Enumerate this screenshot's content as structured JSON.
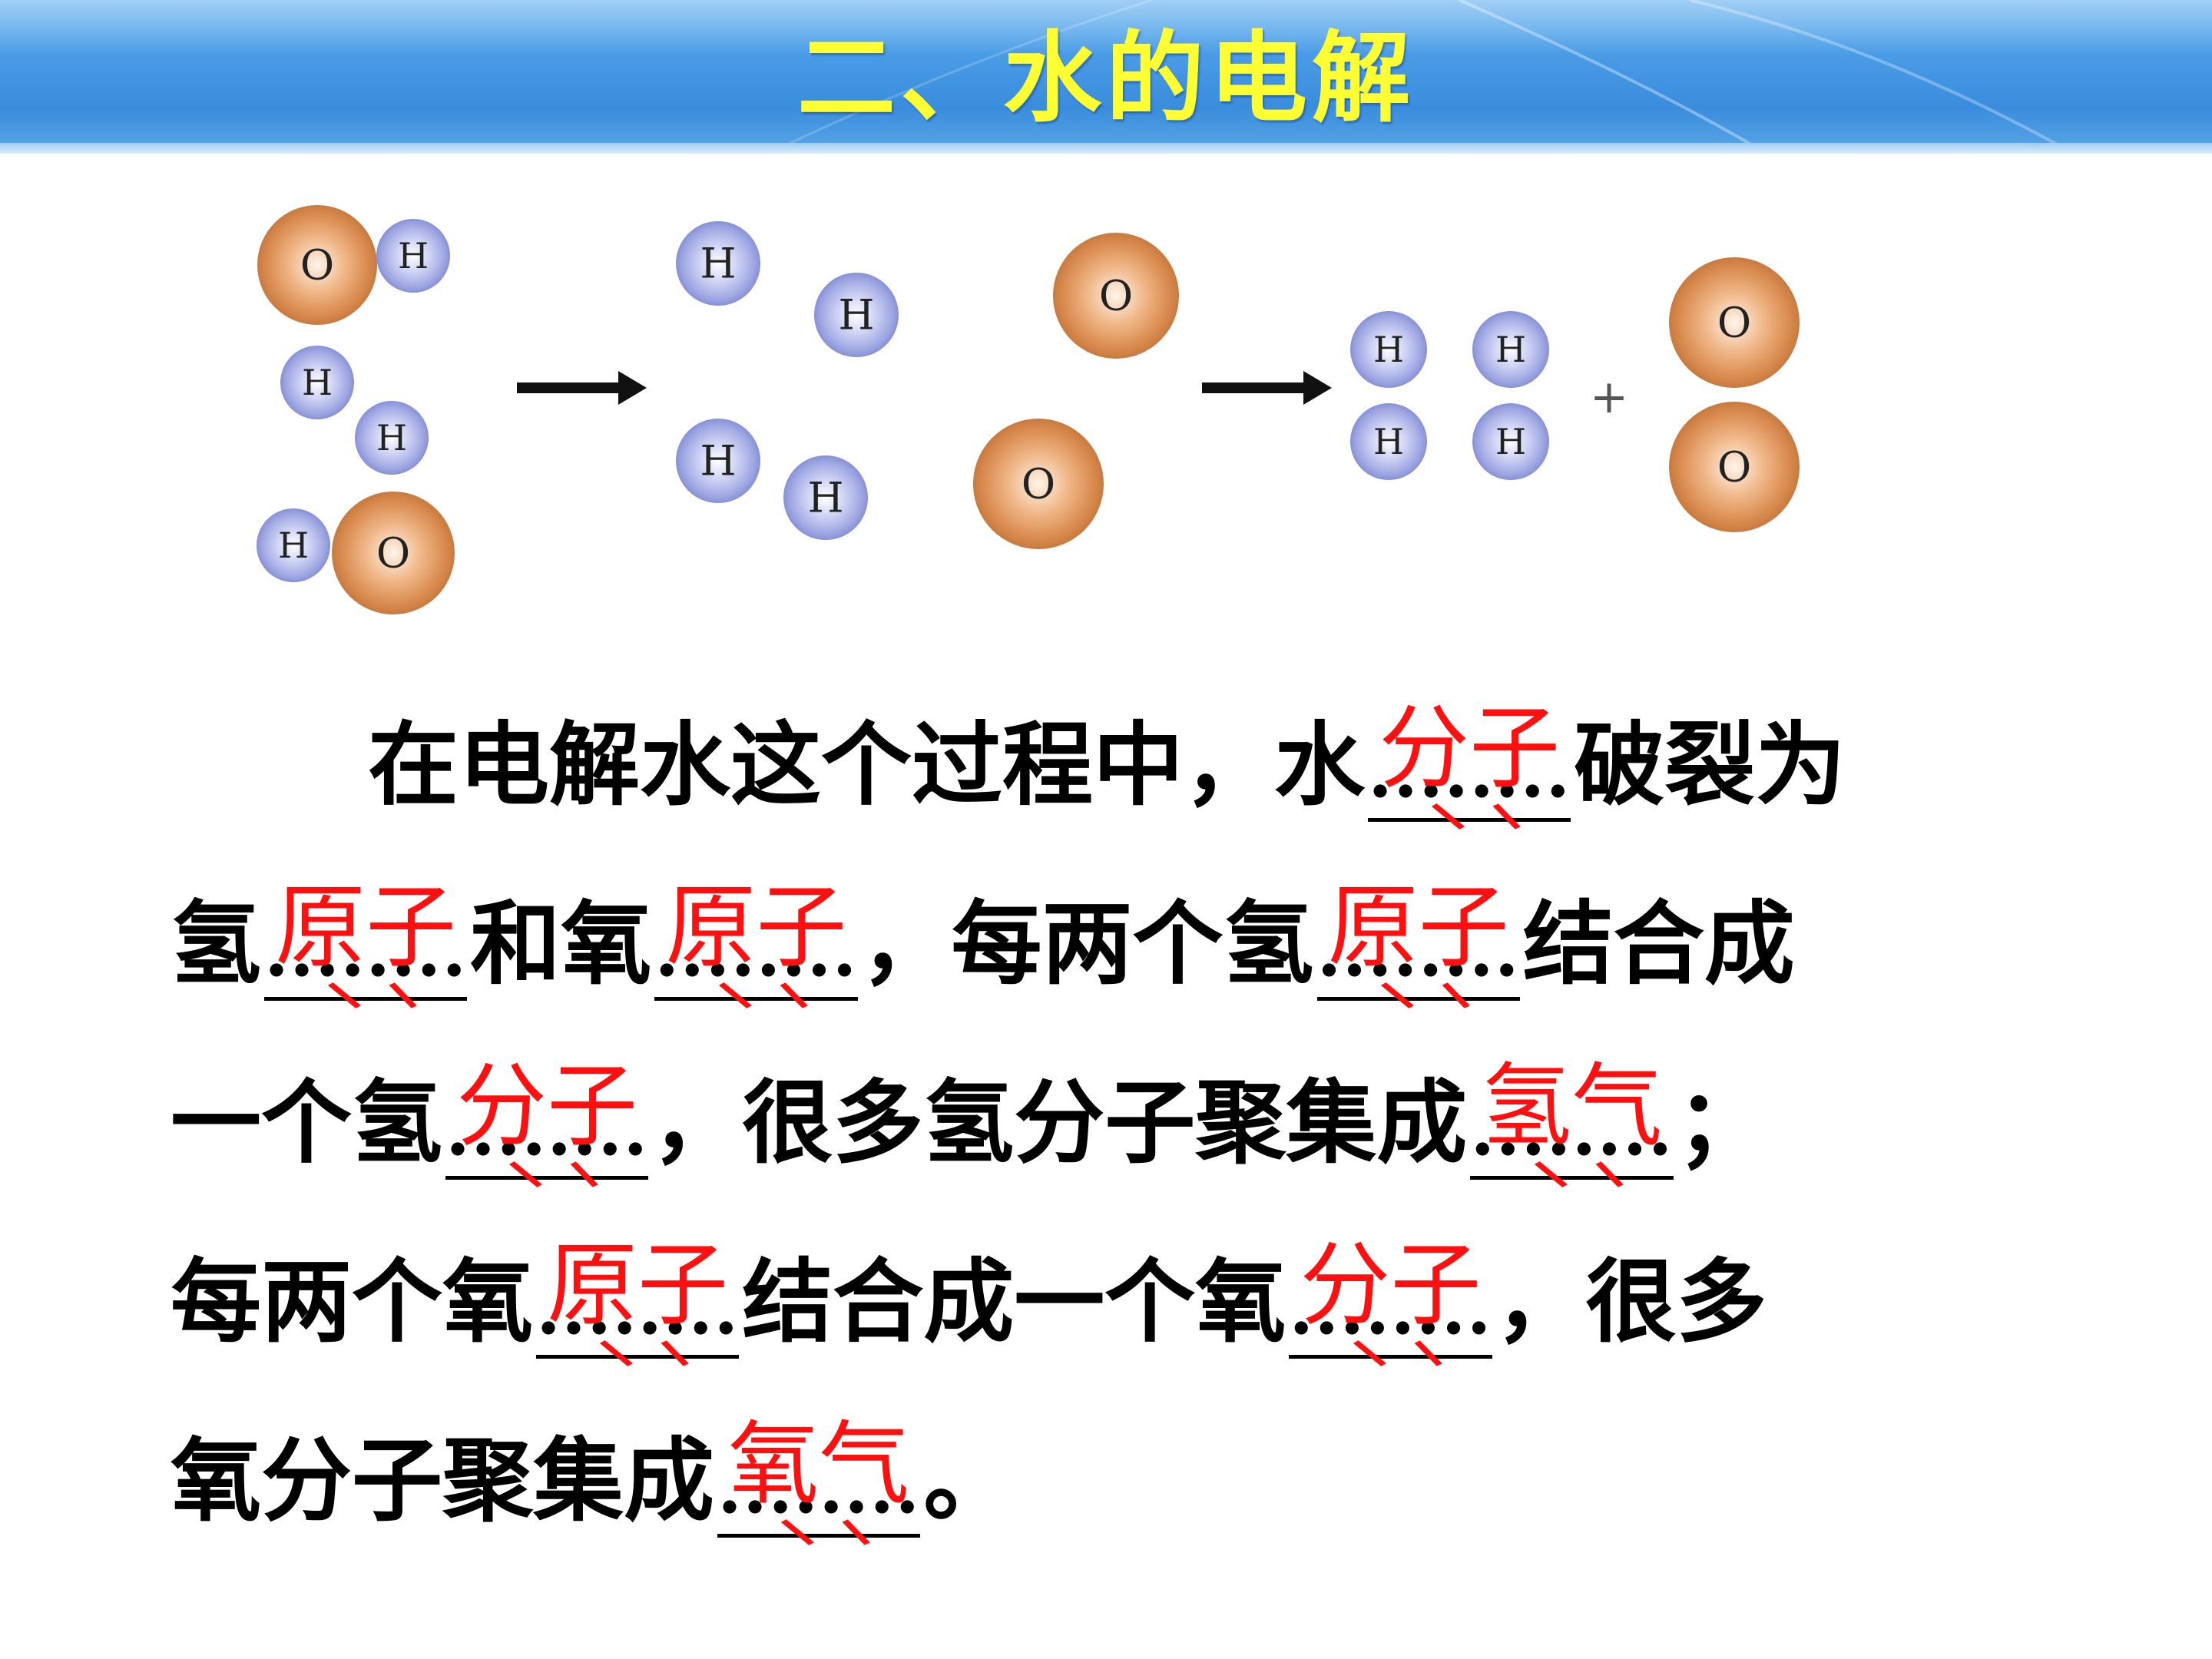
{
  "title": "二、水的电解",
  "diagram": {
    "atom_labels": {
      "oxygen": "O",
      "hydrogen": "H"
    },
    "plus": "+"
  },
  "passage": {
    "line1": {
      "a": "在电解水这个过程中，水",
      "blank1": "分子",
      "b": "破裂为"
    },
    "line2": {
      "a": "氢",
      "blank1": "原子",
      "b": "和氧",
      "blank2": "原子",
      "c": "，每两个氢",
      "blank3": "原子",
      "d": "结合成"
    },
    "line3": {
      "a": "一个氢",
      "blank1": "分子",
      "b": "，很多氢分子聚集成",
      "blank2": "氢气",
      "c": "；"
    },
    "line4": {
      "a": "每两个氧",
      "blank1": "原子",
      "b": "结合成一个氧",
      "blank2": "分子",
      "c": "，很多"
    },
    "line5": {
      "a": "氧分子聚集成",
      "blank1": "氧气",
      "b": "。"
    },
    "dots": "........"
  },
  "colors": {
    "title": "#ffff33",
    "header": "#4a9ce6",
    "answer": "#ff1010",
    "oxygen": "#d98a4e",
    "hydrogen": "#9aa3e0"
  }
}
